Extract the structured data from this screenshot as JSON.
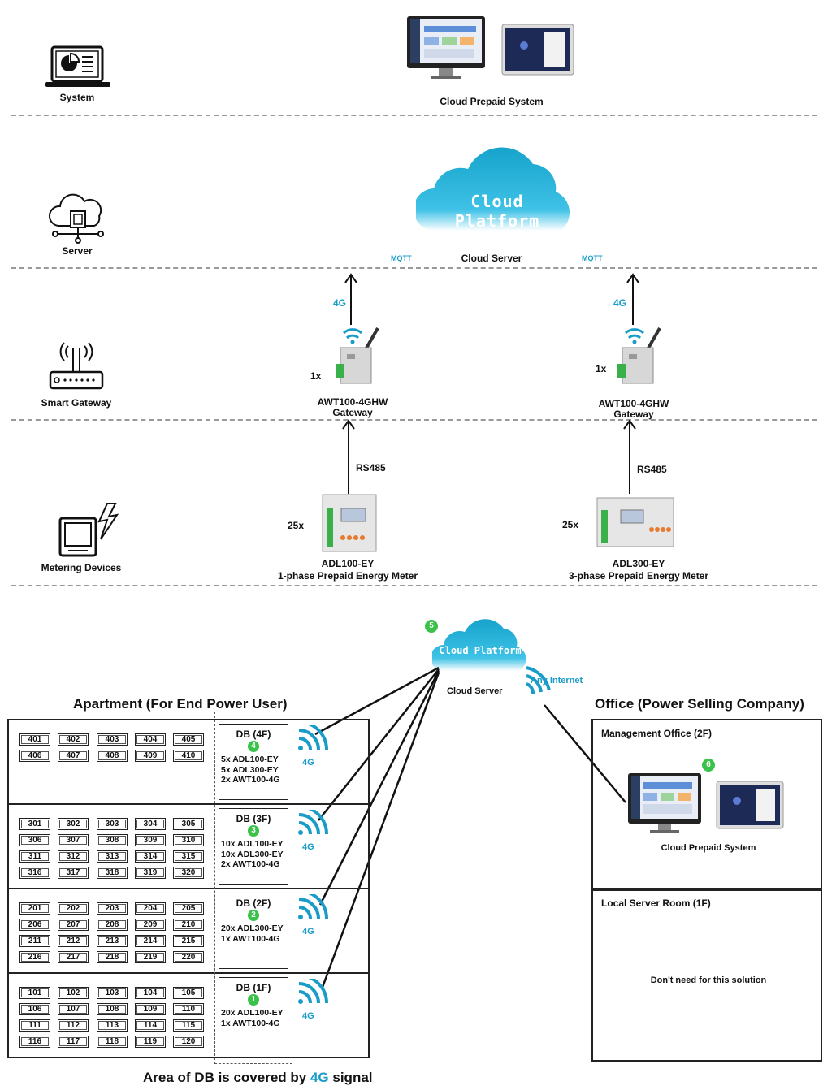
{
  "layers": {
    "system": "System",
    "server": "Server",
    "gateway": "Smart Gateway",
    "metering": "Metering Devices"
  },
  "top": {
    "cloud_prepaid": "Cloud Prepaid System",
    "cloud_platform": "Cloud Platform",
    "cloud_server": "Cloud Server",
    "mqtt_left": "MQTT",
    "mqtt_right": "MQTT",
    "g4_left": "4G",
    "g4_right": "4G",
    "qty_gw_left": "1x",
    "qty_gw_right": "1x",
    "gw_left_name": "AWT100-4GHW",
    "gw_left_sub": "Gateway",
    "gw_right_name": "AWT100-4GHW",
    "gw_right_sub": "Gateway",
    "rs485_left": "RS485",
    "rs485_right": "RS485",
    "qty_meter_left": "25x",
    "qty_meter_right": "25x",
    "meter_left_name": "ADL100-EY",
    "meter_left_sub": "1-phase Prepaid Energy Meter",
    "meter_right_name": "ADL300-EY",
    "meter_right_sub": "3-phase Prepaid Energy Meter"
  },
  "bottom": {
    "cloud_platform": "Cloud Platform",
    "cloud_server": "Cloud Server",
    "any_internet": "Any Internet",
    "step5": "5",
    "step6": "6",
    "apartment_title": "Apartment (For End Power User)",
    "office_title": "Office (Power Selling Company)",
    "mgmt_office": "Management Office (2F)",
    "cloud_prepaid": "Cloud Prepaid System",
    "local_server_room": "Local Server Room (1F)",
    "dont_need": "Don't need for this solution",
    "footer_a": "Area of DB is covered by ",
    "footer_b": "4G",
    "footer_c": " signal",
    "g4": "4G"
  },
  "floors": [
    {
      "rooms": [
        "401",
        "402",
        "403",
        "404",
        "405",
        "406",
        "407",
        "408",
        "409",
        "410"
      ],
      "db": "DB (4F)",
      "num": "4",
      "lines": [
        "5x ADL100-EY",
        "5x ADL300-EY",
        "2x AWT100-4G"
      ]
    },
    {
      "rooms": [
        "301",
        "302",
        "303",
        "304",
        "305",
        "306",
        "307",
        "308",
        "309",
        "310",
        "311",
        "312",
        "313",
        "314",
        "315",
        "316",
        "317",
        "318",
        "319",
        "320"
      ],
      "db": "DB (3F)",
      "num": "3",
      "lines": [
        "10x ADL100-EY",
        "10x ADL300-EY",
        "2x AWT100-4G"
      ]
    },
    {
      "rooms": [
        "201",
        "202",
        "203",
        "204",
        "205",
        "206",
        "207",
        "208",
        "209",
        "210",
        "211",
        "212",
        "213",
        "214",
        "215",
        "216",
        "217",
        "218",
        "219",
        "220"
      ],
      "db": "DB (2F)",
      "num": "2",
      "lines": [
        "20x ADL300-EY",
        "1x AWT100-4G"
      ]
    },
    {
      "rooms": [
        "101",
        "102",
        "103",
        "104",
        "105",
        "106",
        "107",
        "108",
        "109",
        "110",
        "111",
        "112",
        "113",
        "114",
        "115",
        "116",
        "117",
        "118",
        "119",
        "120"
      ],
      "db": "DB (1F)",
      "num": "1",
      "lines": [
        "20x ADL100-EY",
        "1x AWT100-4G"
      ]
    }
  ],
  "colors": {
    "accent": "#1a9cc9",
    "green": "#3ac24a"
  }
}
